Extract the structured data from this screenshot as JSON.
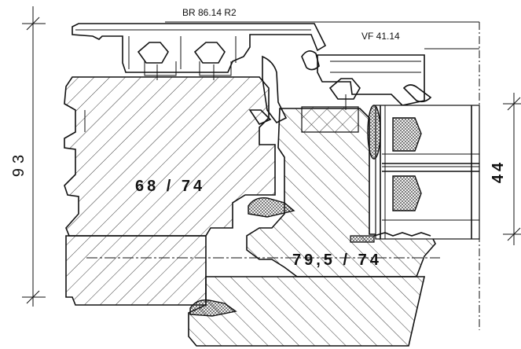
{
  "labels": {
    "profile_top": "BR 86.14 R2",
    "profile_right": "VF 41.14",
    "dim_left": "93",
    "dim_right": "44",
    "dim_frame": "68 / 74",
    "dim_sash": "79,5 / 74"
  }
}
